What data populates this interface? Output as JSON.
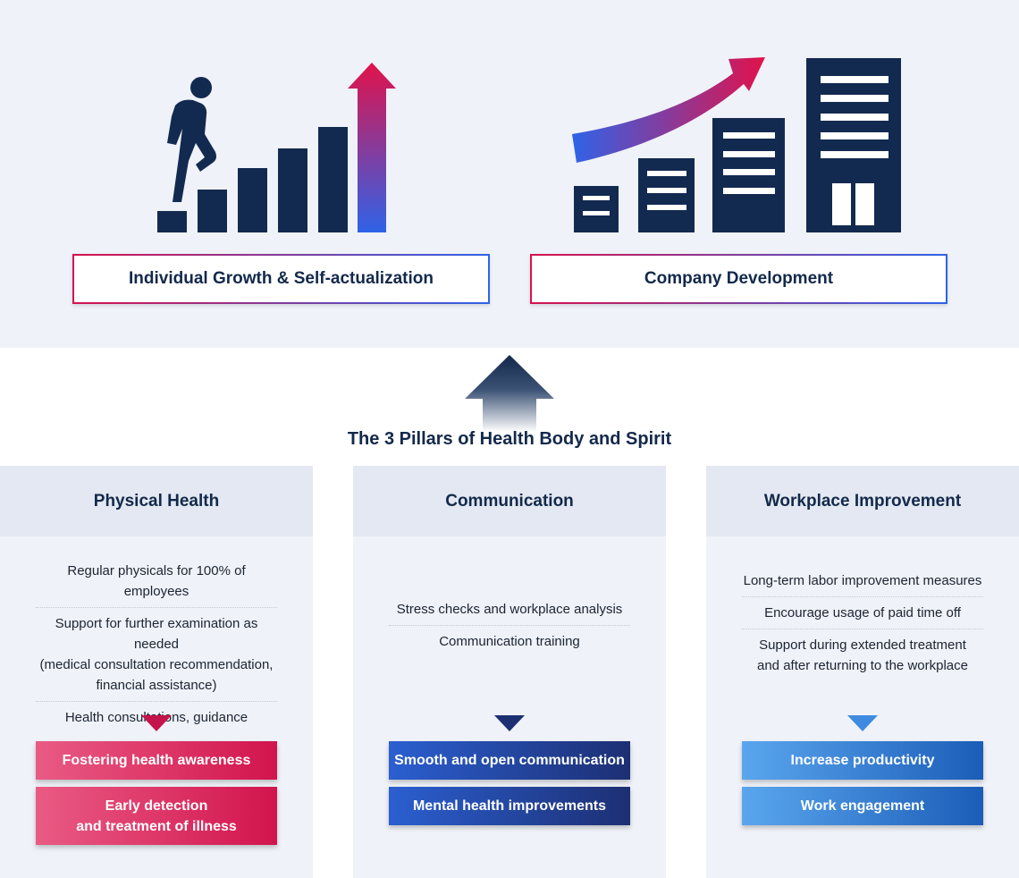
{
  "goals": {
    "individual": "Individual Growth & Self-actualization",
    "company": "Company Development"
  },
  "pillars_title": "The 3 Pillars of Health Body and Spirit",
  "pillars": [
    {
      "title": "Physical Health",
      "items": [
        "Regular physicals for 100% of employees",
        "Support for further examination as needed\n(medical consultation recommendation,\nfinancial assistance)",
        "Health consultations, guidance"
      ],
      "outcomes": [
        "Fostering health awareness",
        "Early detection\nand treatment of illness"
      ]
    },
    {
      "title": "Communication",
      "items": [
        "Stress checks and workplace analysis",
        "Communication training"
      ],
      "outcomes": [
        "Smooth and open communication",
        "Mental health improvements"
      ]
    },
    {
      "title": "Workplace Improvement",
      "items": [
        "Long-term labor improvement measures",
        "Encourage usage of paid time off",
        "Support during extended treatment\nand after returning to the workplace"
      ],
      "outcomes": [
        "Increase productivity",
        "Work engagement"
      ]
    }
  ],
  "colors": {
    "navy": "#13294b",
    "red": "#d2144d",
    "blue": "#2f63e8",
    "panel": "#eff2f8",
    "header": "#e3e8f2"
  },
  "icons": [
    "person-climbing-icon",
    "growth-bars-icon",
    "growth-arrow-icon",
    "curved-arrow-icon",
    "buildings-icon",
    "up-arrow-icon",
    "down-triangle-icon"
  ]
}
